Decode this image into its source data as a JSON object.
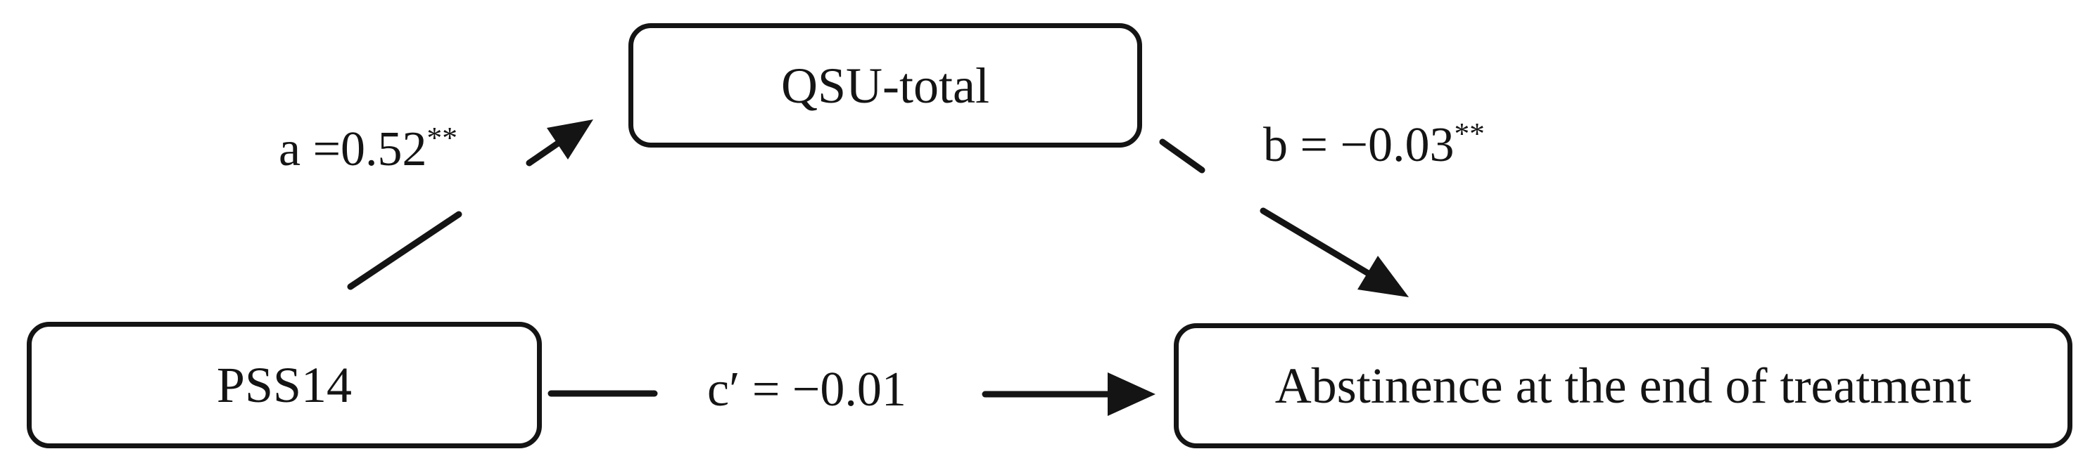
{
  "figure": {
    "type": "mediation-path-diagram",
    "background": "#ffffff",
    "ink_color": "#141414",
    "nodes": {
      "mediator": {
        "label": "QSU-total"
      },
      "predictor": {
        "label": "PSS14"
      },
      "outcome": {
        "label": "Abstinence at the end of treatment"
      }
    },
    "paths": {
      "a": {
        "text": "a =0.52",
        "sup": "**",
        "from": "PSS14",
        "to": "QSU-total"
      },
      "b": {
        "text": "b = −0.03",
        "sup": "**",
        "from": "QSU-total",
        "to": "Abstinence at the end of treatment"
      },
      "c": {
        "text": "c′ = −0.01",
        "sup": "",
        "from": "PSS14",
        "to": "Abstinence at the end of treatment"
      }
    }
  }
}
